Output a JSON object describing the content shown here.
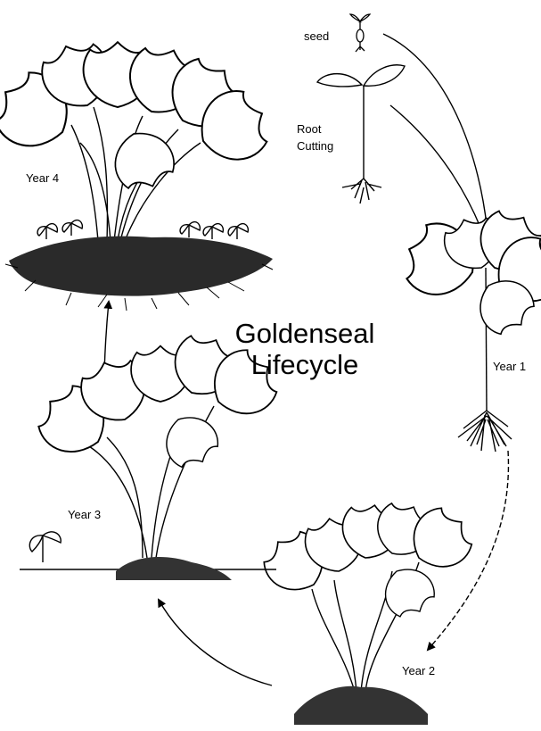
{
  "diagram": {
    "title_line1": "Goldenseal",
    "title_line2": "Lifecycle",
    "labels": {
      "seed": "seed",
      "root_cutting_line1": "Root",
      "root_cutting_line2": "Cutting",
      "year1": "Year 1",
      "year2": "Year 2",
      "year3": "Year 3",
      "year4": "Year 4"
    },
    "stages_in_order": [
      "seed",
      "Root Cutting",
      "Year 1",
      "Year 2",
      "Year 3",
      "Year 4"
    ],
    "colors": {
      "ink": "#000000",
      "paper": "#ffffff",
      "leaf_fill": "#ffffff"
    }
  }
}
